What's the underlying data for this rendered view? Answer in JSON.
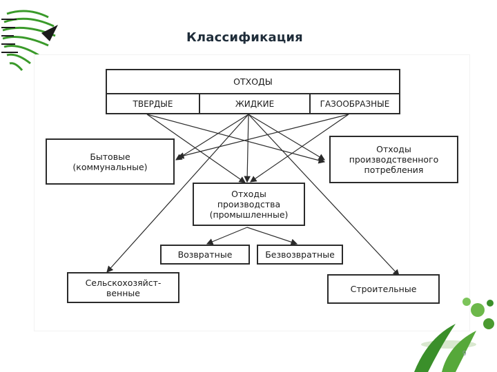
{
  "slide": {
    "title": "Классификация",
    "page_number": "9"
  },
  "diagram": {
    "root": "ОТХОДЫ",
    "states": [
      "ТВЕРДЫЕ",
      "ЖИДКИЕ",
      "ГАЗООБРАЗНЫЕ"
    ],
    "household": "Бытовые\n(коммунальные)",
    "consumption": "Отходы\nпроизводственного\nпотребления",
    "industrial": "Отходы\nпроизводства\n(промышленные)",
    "returnable": "Возвратные",
    "nonreturnable": "Безвозвратные",
    "agricultural": "Сельскохозяйст-\nвенные",
    "construction": "Строительные"
  },
  "colors": {
    "title": "#1f2d3a",
    "lines": "#2a2a2a",
    "logo_green": "#3a9a2a"
  }
}
